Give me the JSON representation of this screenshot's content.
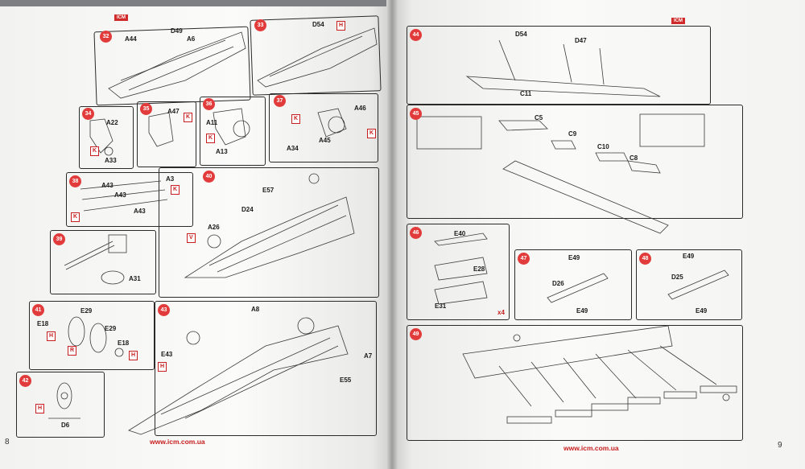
{
  "left_page": {
    "page_number": "8",
    "url": "www.icm.com.ua",
    "logo": "ICM",
    "steps": [
      {
        "num": "32",
        "labels": [
          "A44",
          "D49",
          "A6"
        ]
      },
      {
        "num": "33",
        "labels": [
          "D54"
        ]
      },
      {
        "num": "34",
        "labels": [
          "A22",
          "A33"
        ]
      },
      {
        "num": "35",
        "labels": [
          "A47"
        ]
      },
      {
        "num": "36",
        "labels": [
          "A11",
          "A13"
        ]
      },
      {
        "num": "37",
        "labels": [
          "A46",
          "A34",
          "A45"
        ]
      },
      {
        "num": "38",
        "labels": [
          "A43",
          "A43",
          "A43",
          "A3"
        ]
      },
      {
        "num": "39",
        "labels": [
          "A31"
        ]
      },
      {
        "num": "40",
        "labels": [
          "E57",
          "D24",
          "A26"
        ]
      },
      {
        "num": "41",
        "labels": [
          "E29",
          "E18",
          "E29",
          "E18"
        ]
      },
      {
        "num": "42",
        "labels": [
          "D6"
        ]
      },
      {
        "num": "43",
        "labels": [
          "A8",
          "E43",
          "A7",
          "E55"
        ]
      }
    ]
  },
  "right_page": {
    "page_number": "9",
    "url": "www.icm.com.ua",
    "logo": "ICM",
    "steps": [
      {
        "num": "44",
        "labels": [
          "D54",
          "D47",
          "C11"
        ]
      },
      {
        "num": "45",
        "labels": [
          "C5",
          "C9",
          "C10",
          "C8"
        ]
      },
      {
        "num": "46",
        "labels": [
          "E40",
          "E28",
          "E31",
          "x4"
        ]
      },
      {
        "num": "47",
        "labels": [
          "E49",
          "D26",
          "E49"
        ]
      },
      {
        "num": "48",
        "labels": [
          "E49",
          "D25",
          "E49"
        ]
      },
      {
        "num": "49",
        "labels": []
      }
    ]
  },
  "markers": [
    "K",
    "H",
    "V",
    "R"
  ],
  "colors": {
    "accent": "#e23b3b",
    "paper": "#f7f7f5",
    "background": "#7d7f82"
  }
}
